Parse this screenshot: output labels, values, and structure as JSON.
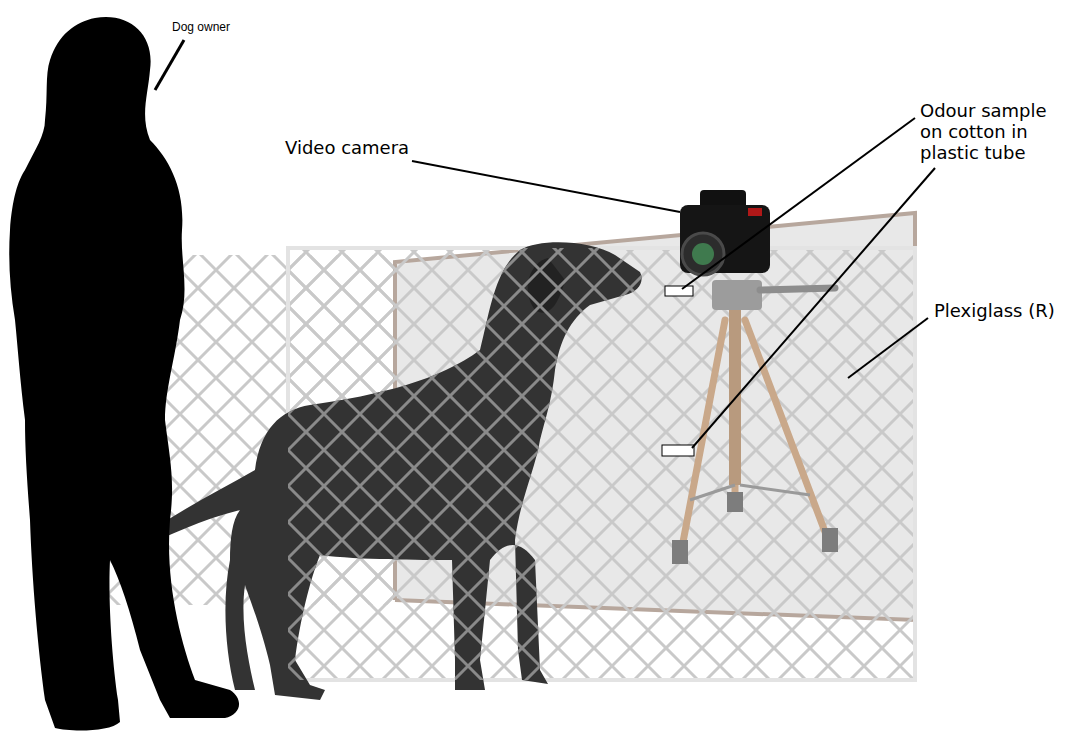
{
  "diagram": {
    "labels": [
      "Dog owner",
      "Video camera",
      "Odour sample on cotton in plastic tube",
      "Plexiglass (R)"
    ]
  }
}
